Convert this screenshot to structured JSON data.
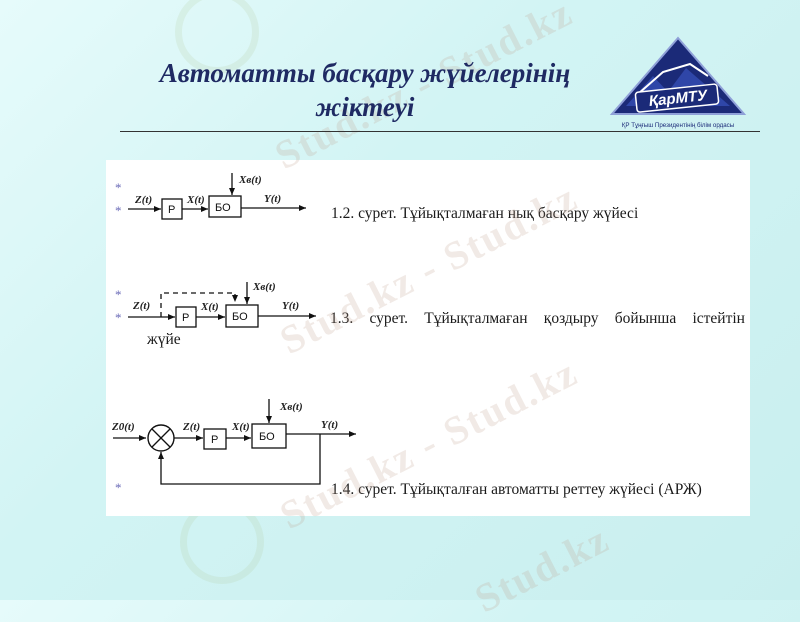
{
  "slide": {
    "title_line1": "Автоматты басқару жүйелерінің",
    "title_line2": "жіктеуі"
  },
  "logo": {
    "name": "ҚарМТУ",
    "tagline": "ҚР Тұңғыш Президентінің білім ордасы"
  },
  "watermark": {
    "text": "Stud.kz - Stud.kz",
    "short": "Stud.kz"
  },
  "bullets": [
    "*",
    "*",
    "*",
    "*",
    "*"
  ],
  "diagrams": [
    {
      "caption": "1.2. сурет. Тұйықталмаған нық басқару жүйесі",
      "input": "Z(t)",
      "regulator": "Р",
      "middle": "X(t)",
      "object": "БО",
      "disturbance": "Xв(t)",
      "output": "Y(t)"
    },
    {
      "caption_line1": [
        "1.3.",
        "сурет.",
        "Тұйықталмаған",
        "қоздыру",
        "бойынша",
        "істейтін"
      ],
      "caption_line2": "жүйе",
      "input": "Z(t)",
      "regulator": "Р",
      "middle": "X(t)",
      "object": "БО",
      "disturbance": "Xв(t)",
      "output": "Y(t)"
    },
    {
      "caption": "1.4. сурет. Тұйықталған автоматты реттеу жүйесі (АРЖ)",
      "setpoint": "Z0(t)",
      "input": "Z(t)",
      "regulator": "Р",
      "middle": "X(t)",
      "object": "БО",
      "disturbance": "Xв(t)",
      "output": "Y(t)"
    }
  ],
  "colors": {
    "background": "#d2f4f4",
    "title": "#1f2a63",
    "logo_fill": "#1b2a78",
    "bullet": "#6b6bb8"
  }
}
